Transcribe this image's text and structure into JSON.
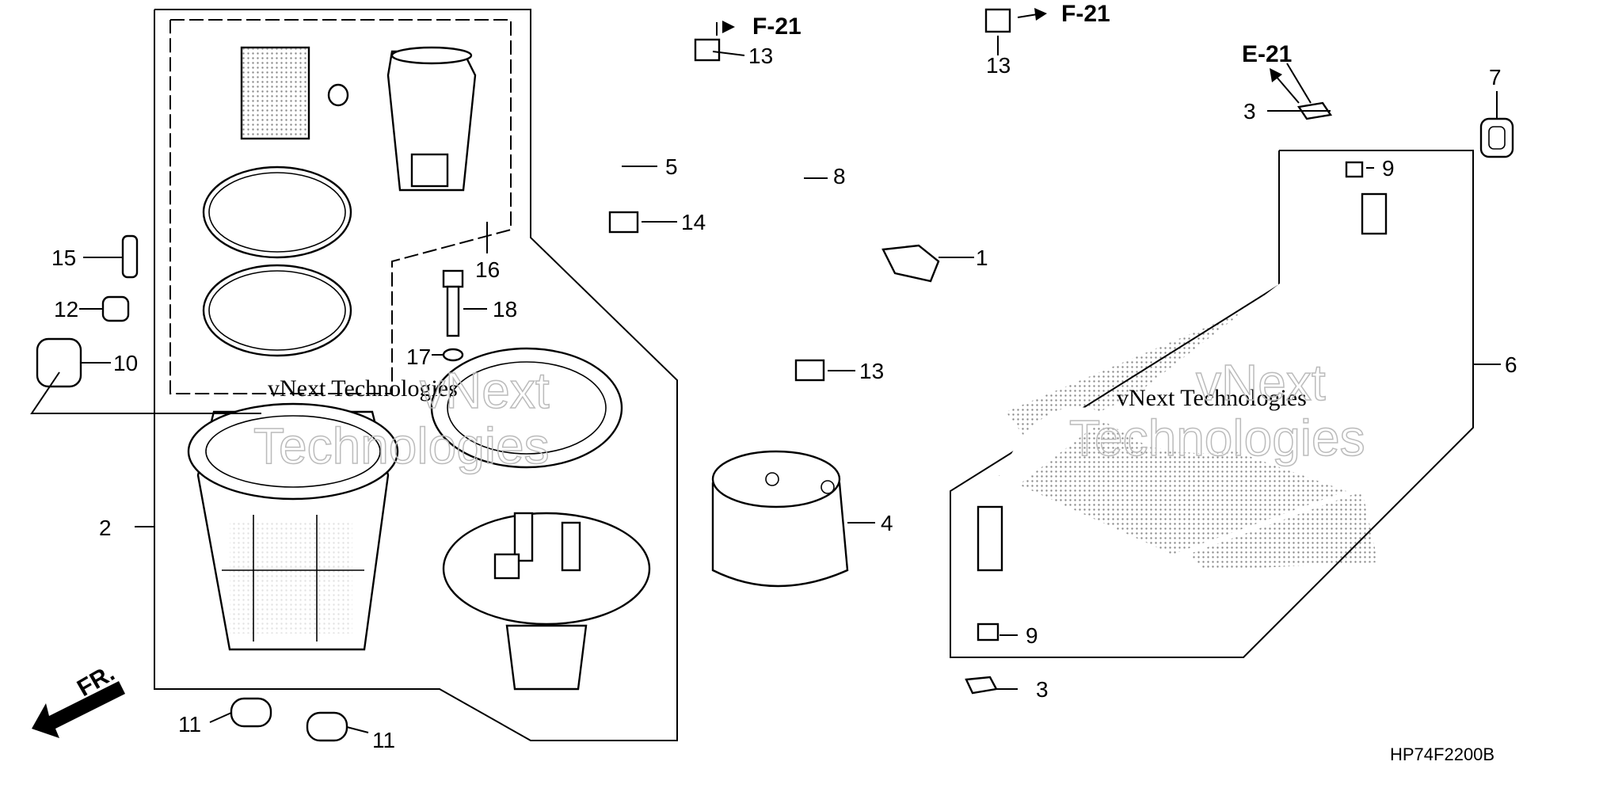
{
  "diagram": {
    "drawing_code": "HP74F2200B",
    "front_indicator": "FR.",
    "watermarks": {
      "company": "vNext Technologies",
      "brand_word_1": "vNext",
      "brand_word_2": "Technologies"
    },
    "references": {
      "f21_left": "F-21",
      "f21_right": "F-21",
      "e21": "E-21"
    },
    "callouts": {
      "c1": "1",
      "c2": "2",
      "c3_top": "3",
      "c3_bottom": "3",
      "c4": "4",
      "c5": "5",
      "c6": "6",
      "c7": "7",
      "c8": "8",
      "c9_top": "9",
      "c9_bottom": "9",
      "c10": "10",
      "c11_left": "11",
      "c11_right": "11",
      "c12": "12",
      "c13_top_left": "13",
      "c13_top_right": "13",
      "c13_mid": "13",
      "c14": "14",
      "c15": "15",
      "c16": "16",
      "c17": "17",
      "c18": "18"
    }
  }
}
